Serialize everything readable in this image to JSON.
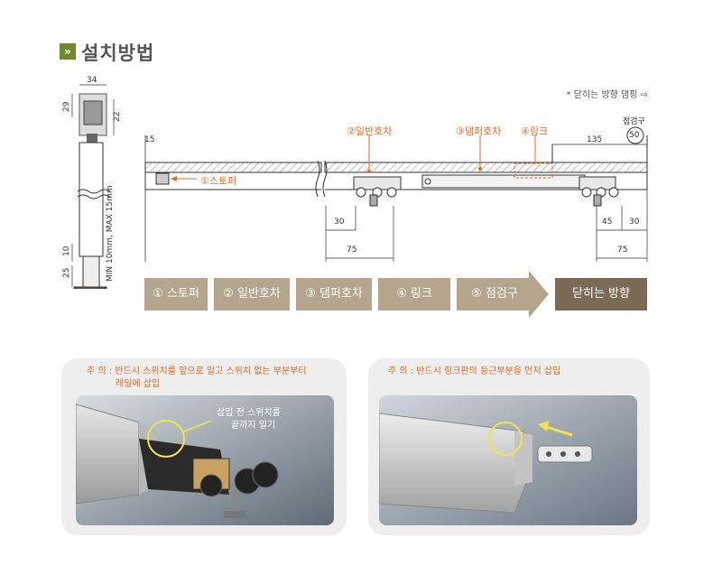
{
  "header": {
    "icon": "»",
    "title": "설치방법"
  },
  "top_note": "* 닫히는 방향 댐핑 ⇨",
  "diagram": {
    "parts": [
      "①스토퍼",
      "②일반호차",
      "③댐퍼호차",
      "④링크"
    ],
    "inspection": {
      "label": "점검구",
      "value": "50"
    },
    "dims": {
      "left_width": "34",
      "left_height": "29",
      "left_side": "22",
      "bottom_small": "10",
      "bottom_25": "25",
      "min_max": "MIN 10mm, MAX 15mm",
      "d15": "15",
      "d135": "135",
      "d30a": "30",
      "d75a": "75",
      "d45": "45",
      "d30b": "30",
      "d75b": "75"
    }
  },
  "flow": {
    "steps": [
      "① 스토퍼",
      "② 일반호차",
      "③ 댐퍼호차",
      "④ 링크",
      "⑤ 점검구"
    ],
    "final": "닫히는 방향"
  },
  "panels": {
    "left": {
      "note_line1": "주 의 : 반드시 스위치를 앞으로 밀고 스위치 없는 부분부터",
      "note_line2": "레일에 삽입",
      "callout_line1": "삽입 전 스위치를",
      "callout_line2": "끝까지 밀기"
    },
    "right": {
      "note": "주 의 : 반드시 링크판의 둥근부분을 먼저 삽입"
    }
  },
  "colors": {
    "accent": "#e8671e",
    "flow_step": "#b5a58c",
    "flow_final": "#7b6a55",
    "header_icon": "#6f8a2c"
  }
}
